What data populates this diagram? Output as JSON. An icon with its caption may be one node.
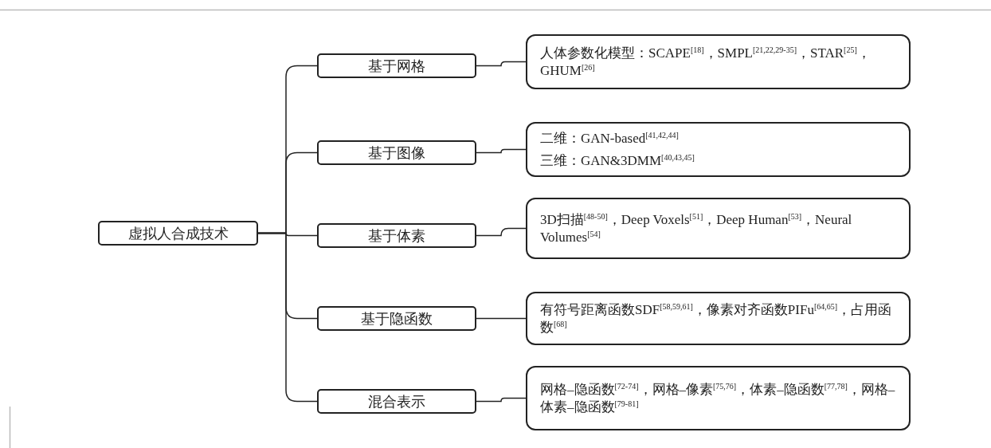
{
  "diagram": {
    "nodes": [
      {
        "text": [
          "虚拟人合成技术"
        ]
      },
      {
        "text": [
          "基于网格"
        ]
      },
      {
        "text": [
          "基于图像"
        ]
      },
      {
        "text": [
          "基于体素"
        ]
      },
      {
        "text": [
          "基于隐函数"
        ]
      },
      {
        "text": [
          "混合表示"
        ]
      },
      {
        "text": [
          "人体参数化模型：SCAPE$^{[18]}$，SMPL$^{[21,22,29-35]}$，STAR$^{[25]}$，GHUM$^{[26]}$"
        ]
      },
      {
        "text": [
          "二维：GAN-based$^{[41,42,44]}$",
          "三维：GAN&3DMM$^{[40,43,45]}$"
        ]
      },
      {
        "text": [
          "3D扫描$^{[48-50]}$，Deep Voxels$^{[51]}$，Deep Human$^{[53]}$，Neural Volumes$^{[54]}$"
        ]
      },
      {
        "text": [
          "有符号距离函数SDF$^{[58,59,61]}$，像素对齐函数PIFu$^{[64,65]}$，占用函数$^{[68]}$"
        ]
      },
      {
        "text": [
          "网格–隐函数$^{[72-74]}$，网格–像素$^{[75,76]}$，体素–隐函数$^{[77,78]}$，网格–体素–隐函数$^{[79-81]}$"
        ]
      }
    ],
    "edges": [
      {
        "from": 0,
        "to": 1,
        "arrow": "none"
      },
      {
        "from": 0,
        "to": 2,
        "arrow": "none"
      },
      {
        "from": 0,
        "to": 3,
        "arrow": "none"
      },
      {
        "from": 0,
        "to": 4,
        "arrow": "none"
      },
      {
        "from": 0,
        "to": 5,
        "arrow": "none"
      },
      {
        "from": 1,
        "to": 6,
        "arrow": "none"
      },
      {
        "from": 2,
        "to": 7,
        "arrow": "none"
      },
      {
        "from": 3,
        "to": 8,
        "arrow": "none"
      },
      {
        "from": 4,
        "to": 9,
        "arrow": "none"
      },
      {
        "from": 5,
        "to": 10,
        "arrow": "none"
      }
    ]
  }
}
